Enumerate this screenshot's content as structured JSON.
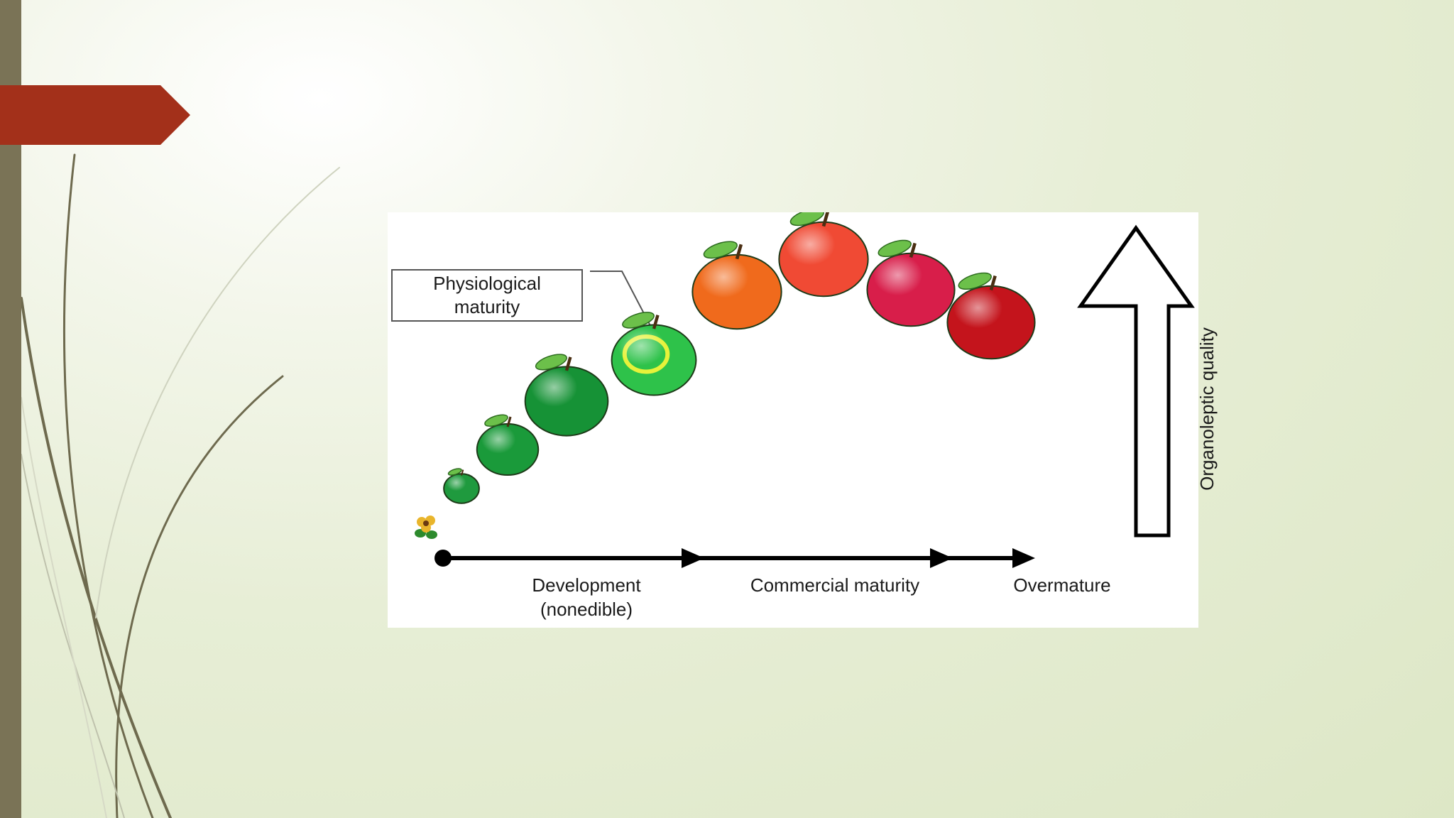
{
  "slide": {
    "accent_color": "#a3301a",
    "bar_color": "#7a7356"
  },
  "diagram": {
    "callout_label": "Physiological\nmaturity",
    "stages": [
      {
        "label": "Development\n(nonedible)"
      },
      {
        "label": "Commercial maturity"
      },
      {
        "label": "Overmature"
      }
    ],
    "quality_axis_label": "Organoleptic quality",
    "fruit_sequence": [
      {
        "stage": "flower",
        "color": "#e9b52c"
      },
      {
        "stage": "development",
        "color": "#1f9a3e"
      },
      {
        "stage": "development",
        "color": "#1a9a3a"
      },
      {
        "stage": "development",
        "color": "#169236"
      },
      {
        "stage": "physiological-maturity",
        "color": "#2ec24a"
      },
      {
        "stage": "commercial",
        "color": "#f06a1c"
      },
      {
        "stage": "commercial",
        "color": "#f04a34"
      },
      {
        "stage": "commercial",
        "color": "#d81e4a"
      },
      {
        "stage": "overmature",
        "color": "#c4141c"
      }
    ]
  }
}
